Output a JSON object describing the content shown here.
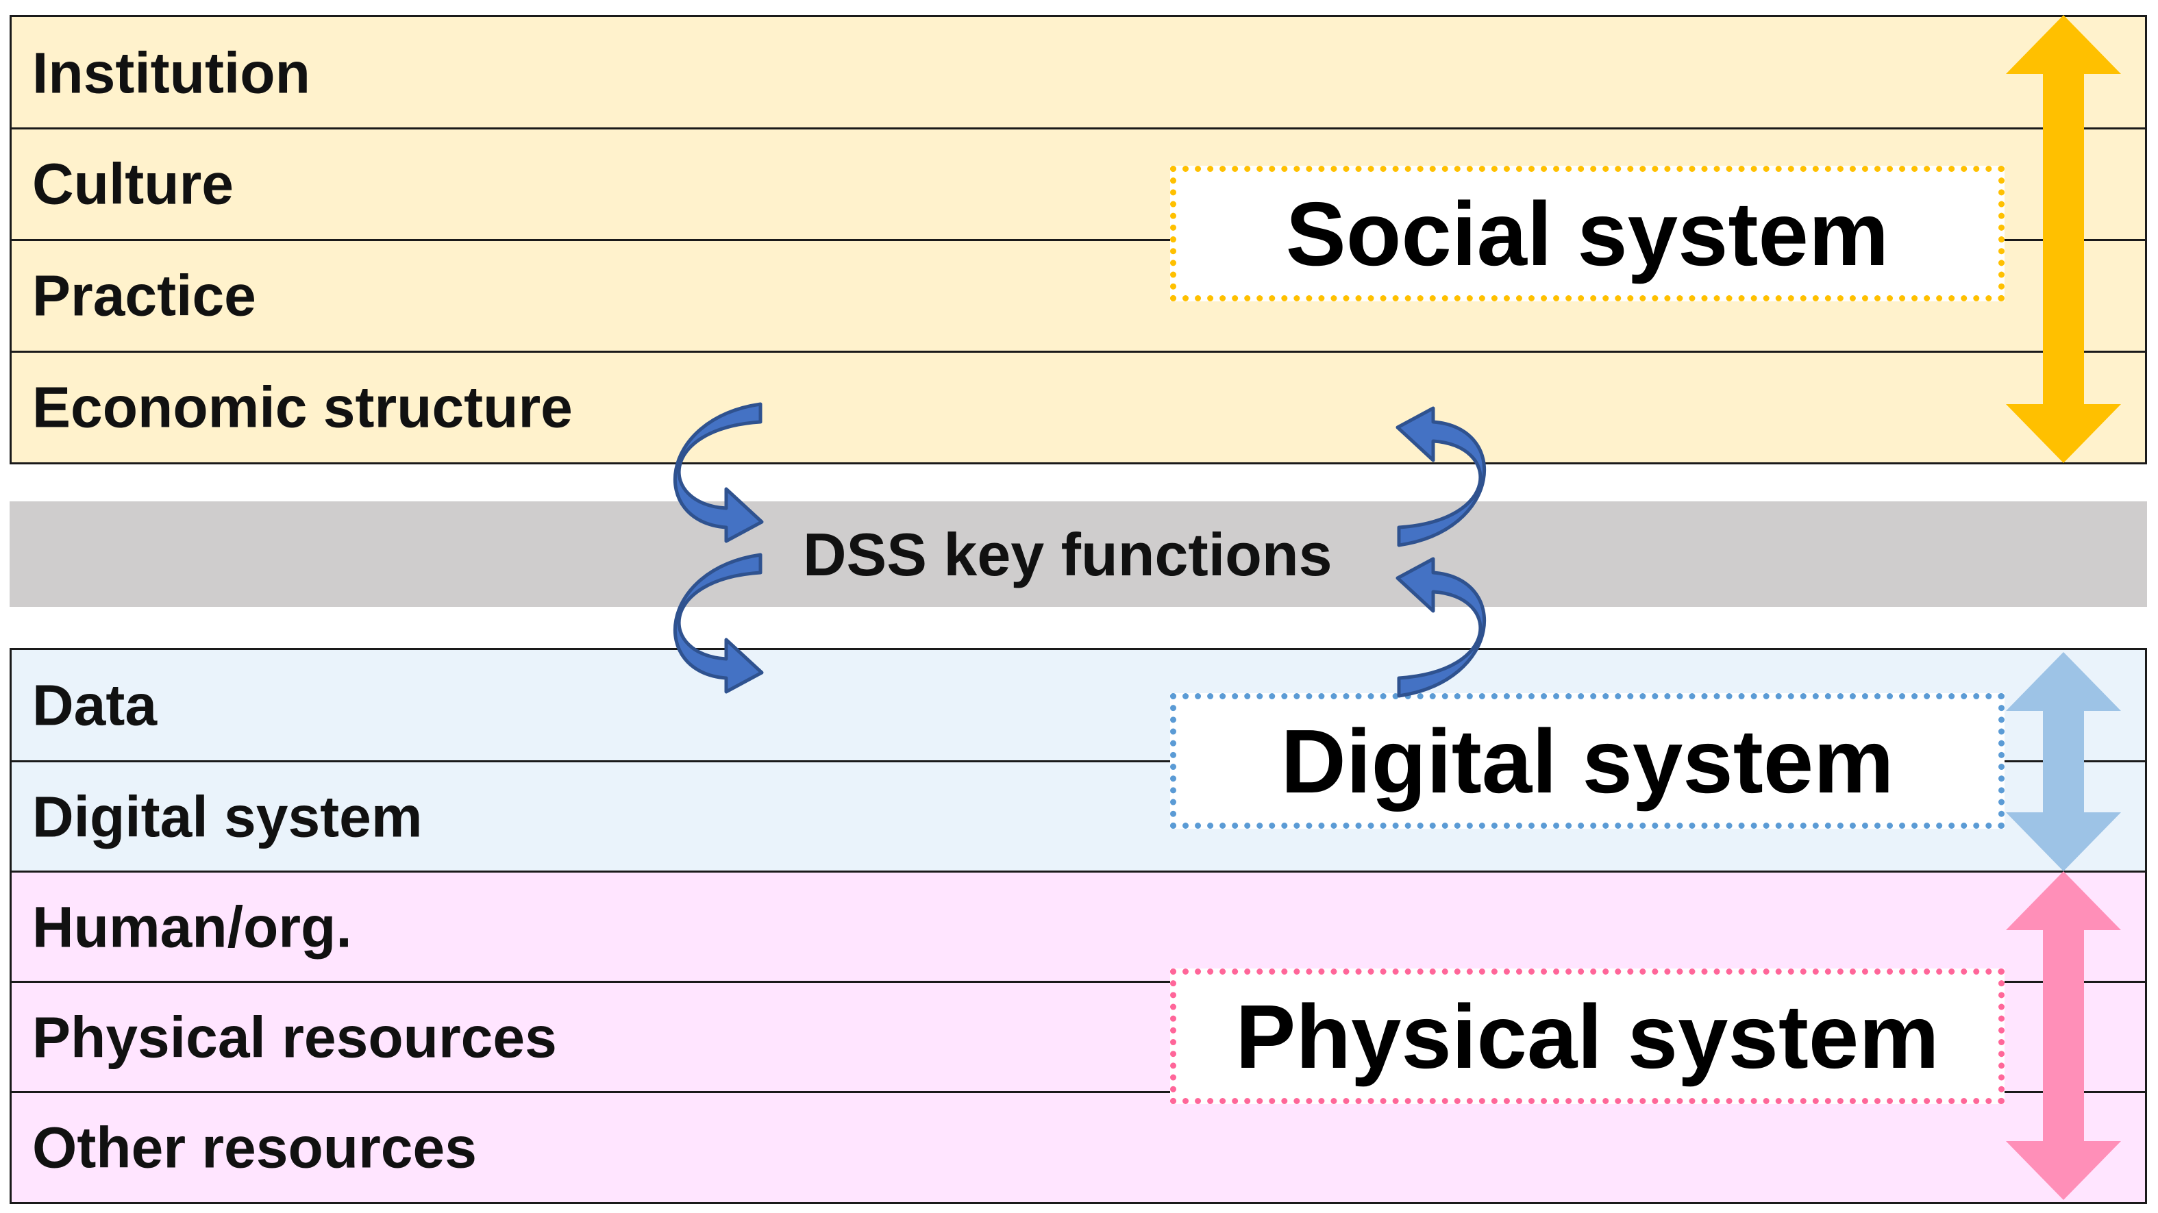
{
  "social": {
    "rows": [
      "Institution",
      "Culture",
      "Practice",
      "Economic structure"
    ],
    "title": "Social system",
    "fill_color": "#fff2cc",
    "accent_color": "#ffc000"
  },
  "dss": {
    "label": "DSS key functions",
    "band_color": "#cfcdcd",
    "arrow_color": "#4472c4"
  },
  "digital": {
    "rows": [
      "Data",
      "Digital system"
    ],
    "title": "Digital system",
    "fill_color": "#eaf3fb",
    "accent_color": "#9dc3e6",
    "border_color": "#5b9bd5"
  },
  "physical": {
    "rows": [
      "Human/org.",
      "Physical resources",
      "Other resources"
    ],
    "title": "Physical system",
    "fill_color": "#ffe5ff",
    "accent_color": "#ff8fb8",
    "border_color": "#ff6699"
  }
}
